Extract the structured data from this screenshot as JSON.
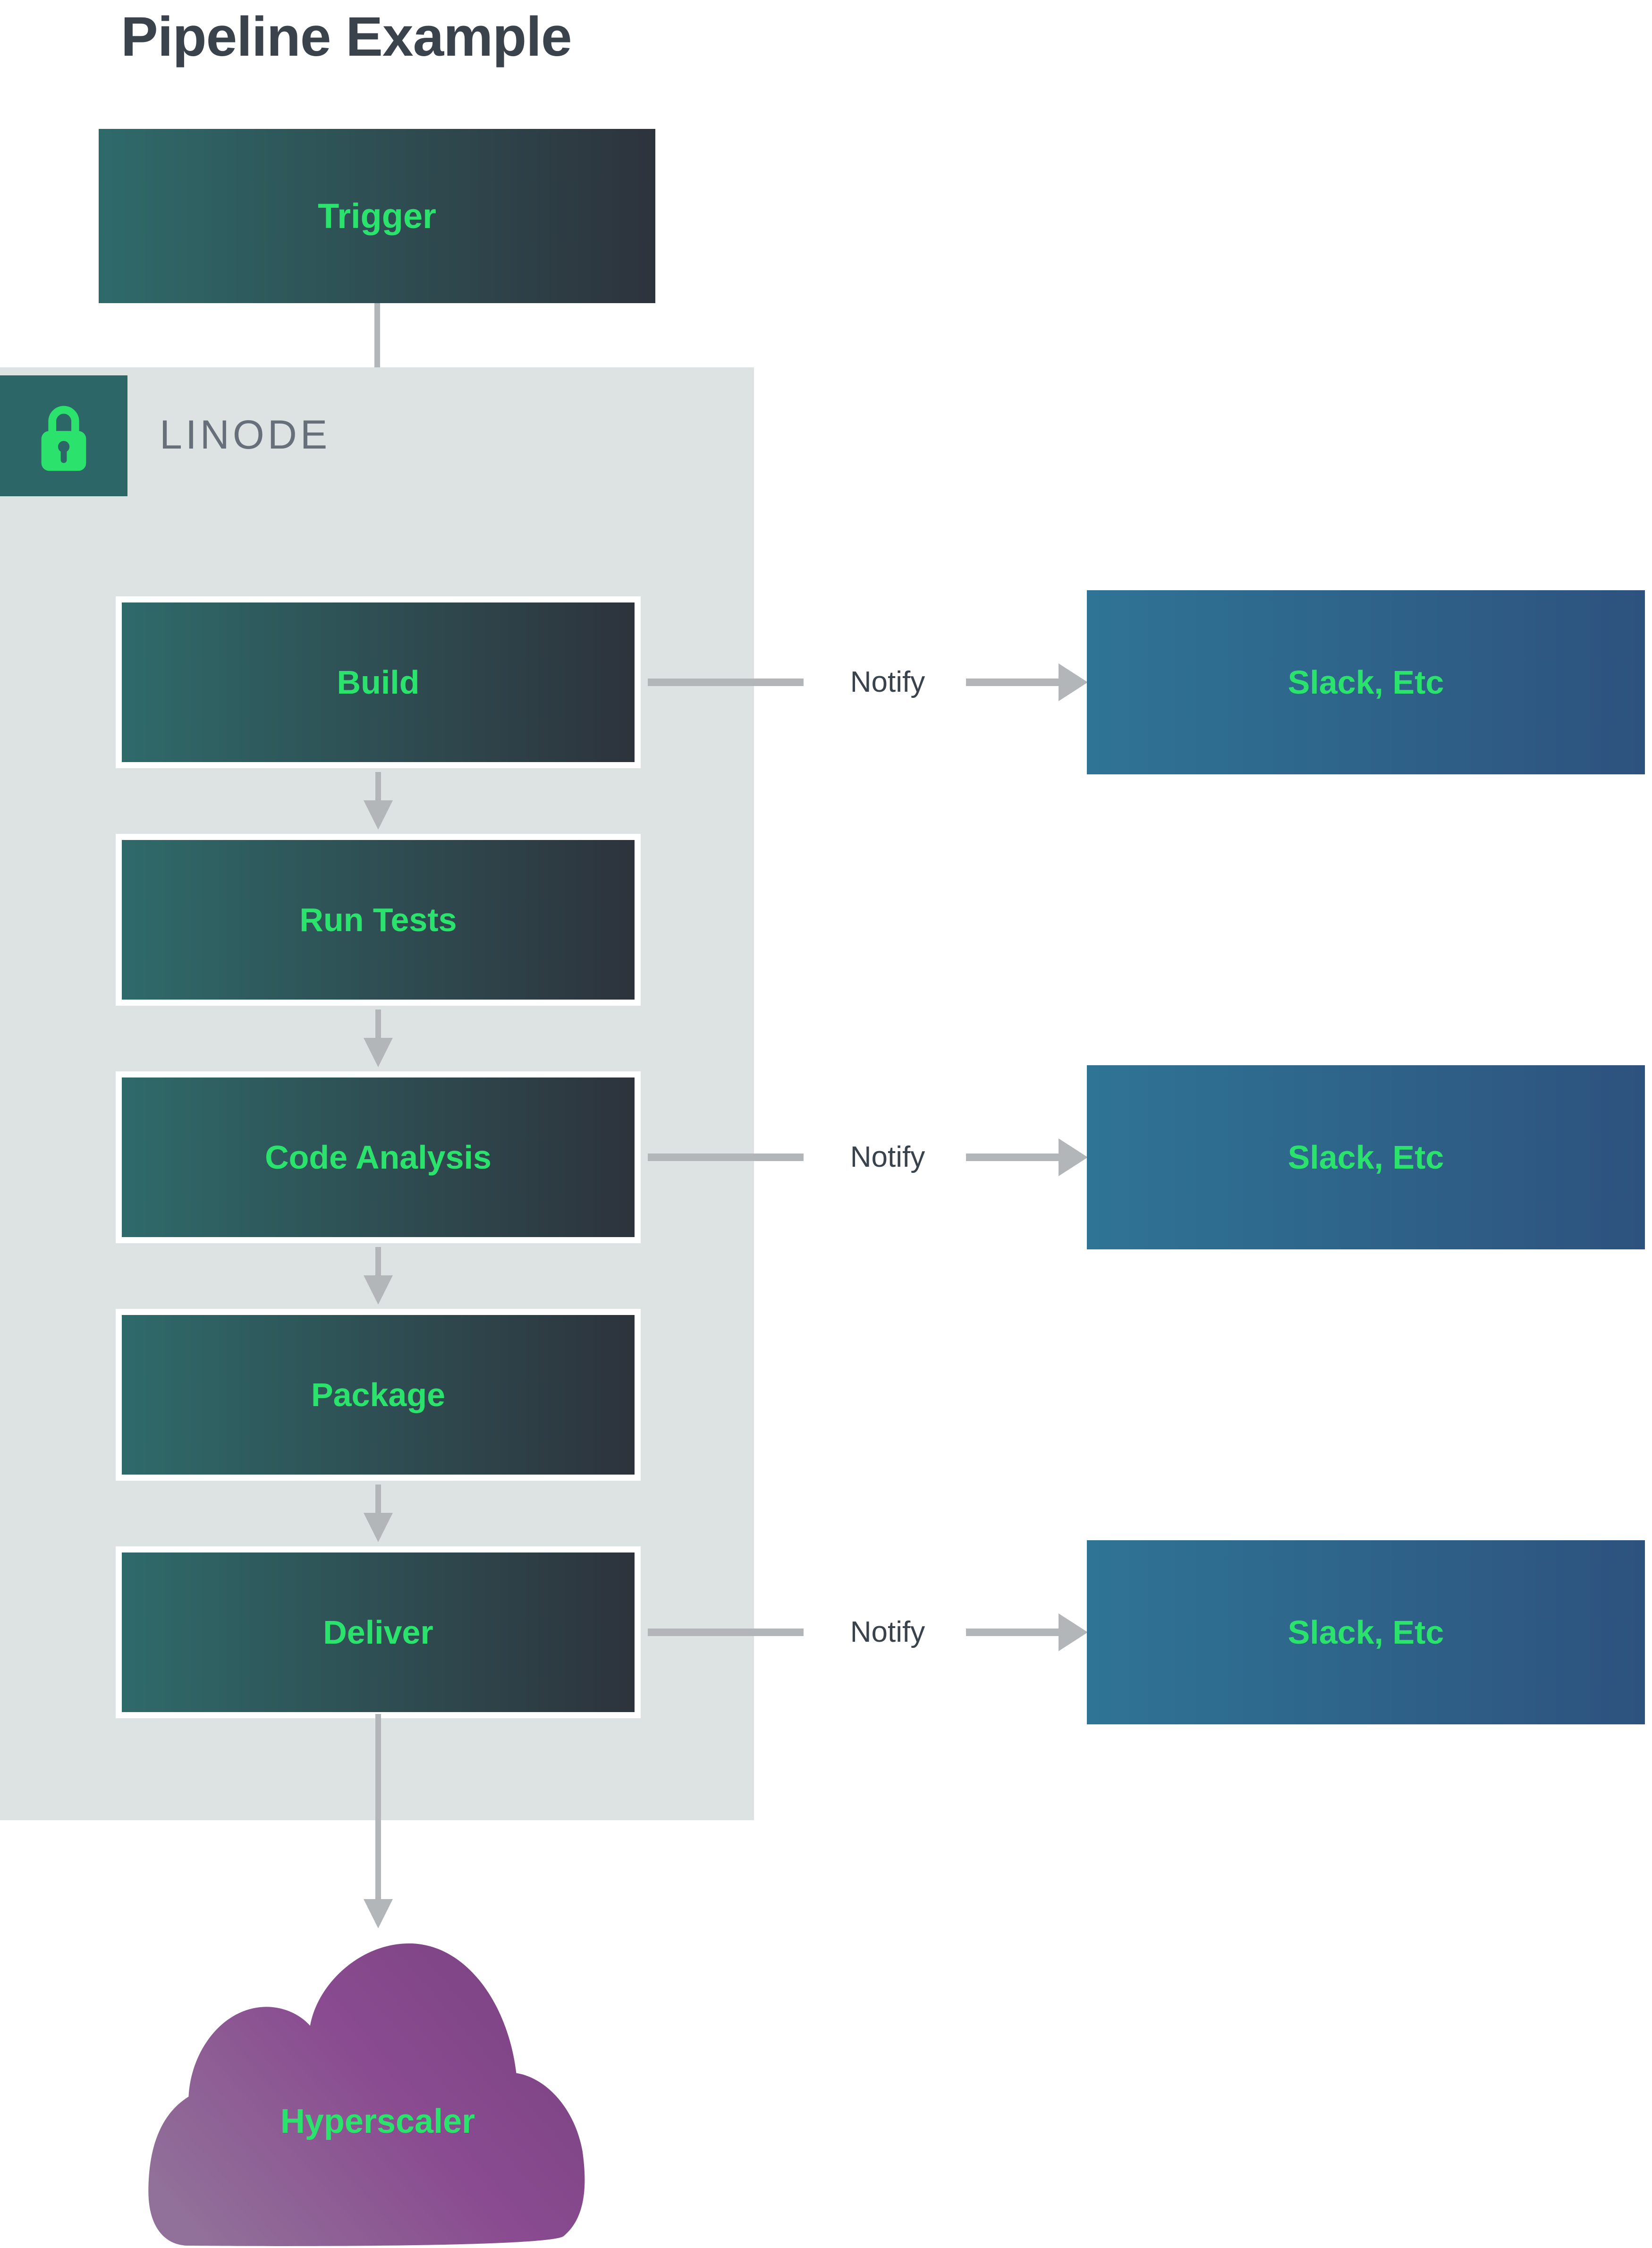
{
  "title": "Pipeline Example",
  "trigger": {
    "label": "Trigger"
  },
  "linode": {
    "label": "LINODE"
  },
  "stages": [
    {
      "label": "Build",
      "notify": true
    },
    {
      "label": "Run Tests",
      "notify": false
    },
    {
      "label": "Code Analysis",
      "notify": true
    },
    {
      "label": "Package",
      "notify": false
    },
    {
      "label": "Deliver",
      "notify": true
    }
  ],
  "labels": {
    "notify": "Notify",
    "slack": "Slack, Etc"
  },
  "cloud": {
    "label": "Hyperscaler"
  },
  "colors": {
    "accent_green": "#2be26d",
    "title_text": "#3a424c",
    "notify_text": "#3a424c",
    "panel_gray": "#dce3e2",
    "badge_teal": "#2d6666",
    "linode_text": "#67707a",
    "stage_gradient_start": "#2f6a6a",
    "stage_gradient_end": "#2d333c",
    "slack_gradient_start": "#2f7495",
    "slack_gradient_end": "#2d527e",
    "cloud_gradient_start": "#917199",
    "cloud_gradient_mid": "#8a4b90",
    "cloud_gradient_end": "#7a4382",
    "arrow_gray": "#b2b6b8"
  }
}
